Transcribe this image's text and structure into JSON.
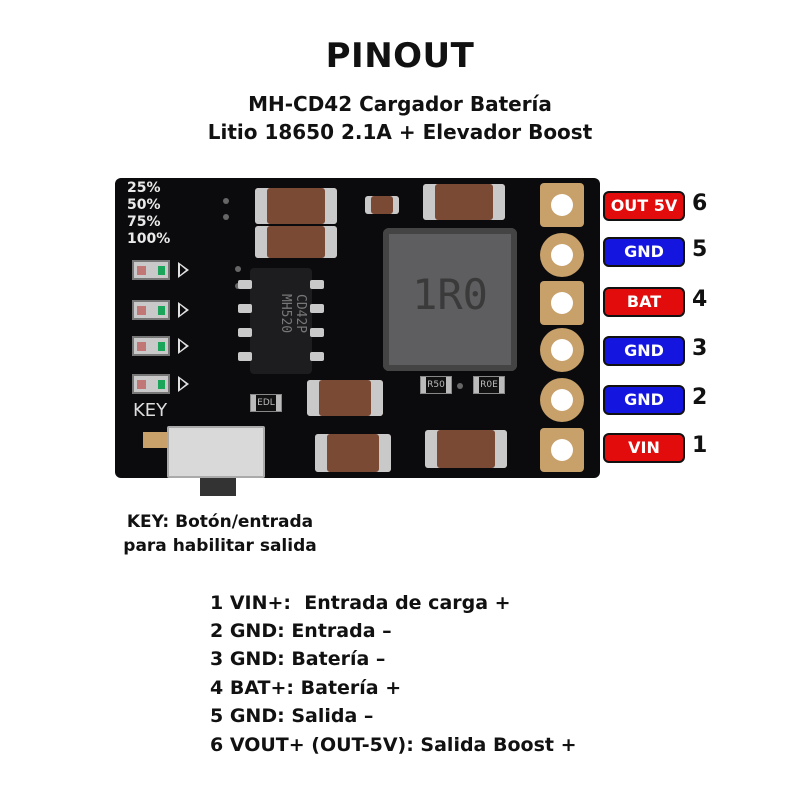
{
  "header": {
    "title": "PINOUT",
    "subtitle_line1": "MH-CD42 Cargador Batería",
    "subtitle_line2": "Litio 18650 2.1A + Elevador Boost"
  },
  "board": {
    "levels": [
      "25%",
      "50%",
      "75%",
      "100%"
    ],
    "key_label": "KEY",
    "ic_text": "CD42P MH520",
    "inductor_text": "1R0",
    "resistors": [
      "EDL",
      "R50",
      "R0E"
    ]
  },
  "pins": [
    {
      "number": "6",
      "label": "OUT 5V",
      "color": "#e30c0c"
    },
    {
      "number": "5",
      "label": "GND",
      "color": "#1515e0"
    },
    {
      "number": "4",
      "label": "BAT",
      "color": "#e30c0c"
    },
    {
      "number": "3",
      "label": "GND",
      "color": "#1515e0"
    },
    {
      "number": "2",
      "label": "GND",
      "color": "#1515e0"
    },
    {
      "number": "1",
      "label": "VIN",
      "color": "#e30c0c"
    }
  ],
  "key_caption": {
    "line1": "KEY: Botón/entrada",
    "line2": "para habilitar salida"
  },
  "legend": [
    "1 VIN+:  Entrada de carga +",
    "2 GND: Entrada –",
    "3 GND: Batería –",
    "4 BAT+: Batería +",
    "5 GND: Salida –",
    "6 VOUT+ (OUT-5V): Salida Boost +"
  ]
}
